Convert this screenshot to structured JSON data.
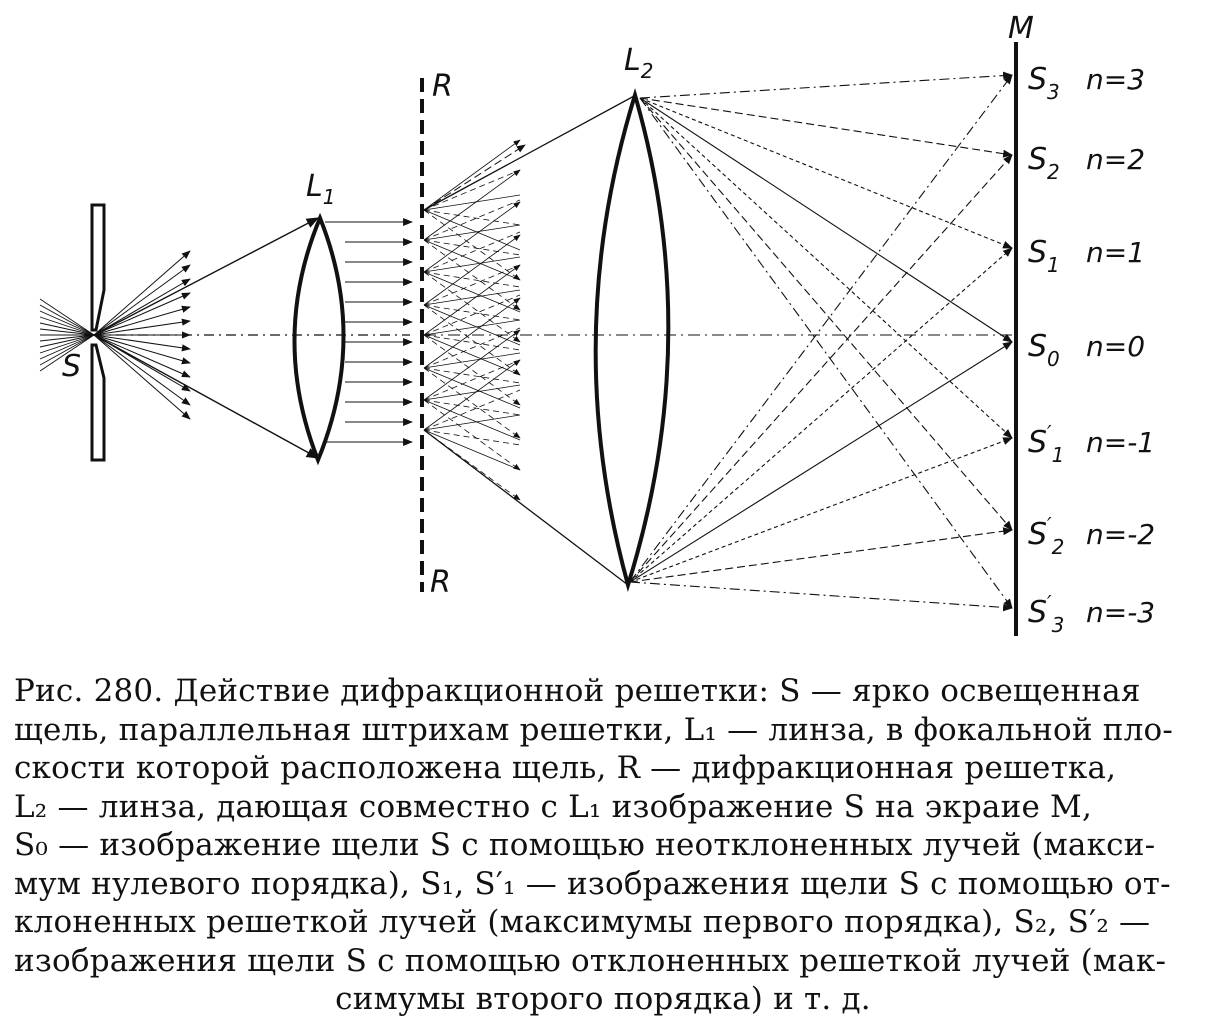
{
  "diagram": {
    "labels": {
      "slit": "S",
      "lens1": "L",
      "lens1_sub": "1",
      "grating_top": "R",
      "grating_bottom": "R",
      "lens2": "L",
      "lens2_sub": "2",
      "screen": "M"
    },
    "images": [
      {
        "name": "S",
        "sub": "3",
        "prime": "",
        "order": "n=3"
      },
      {
        "name": "S",
        "sub": "2",
        "prime": "",
        "order": "n=2"
      },
      {
        "name": "S",
        "sub": "1",
        "prime": "",
        "order": "n=1"
      },
      {
        "name": "S",
        "sub": "0",
        "prime": "",
        "order": "n=0"
      },
      {
        "name": "S",
        "sub": "1",
        "prime": "′",
        "order": "n=-1"
      },
      {
        "name": "S",
        "sub": "2",
        "prime": "′",
        "order": "n=-2"
      },
      {
        "name": "S",
        "sub": "3",
        "prime": "′",
        "order": "n=-3"
      }
    ]
  },
  "caption": {
    "lines": [
      "Рис. 280. Действие дифракционной решетки: S — ярко освещенная",
      "щель, параллельная штрихам решетки, L₁ — линза, в фокальной пло-",
      "скости которой расположена щель, R — дифракционная решетка,",
      "L₂ — линза, дающая совместно с L₁ изображение S на экраие M,",
      "S₀ — изображение щели S с помощью неотклоненных лучей (макси-",
      "мум нулевого порядка), S₁, S′₁ — изображения щели S с помощью от-",
      "клоненных решеткой лучей (максимумы первого порядка), S₂, S′₂ —",
      "изображения щели S с помощью отклоненных решеткой лучей (мак-",
      "симумы второго порядка) и т. д."
    ]
  }
}
